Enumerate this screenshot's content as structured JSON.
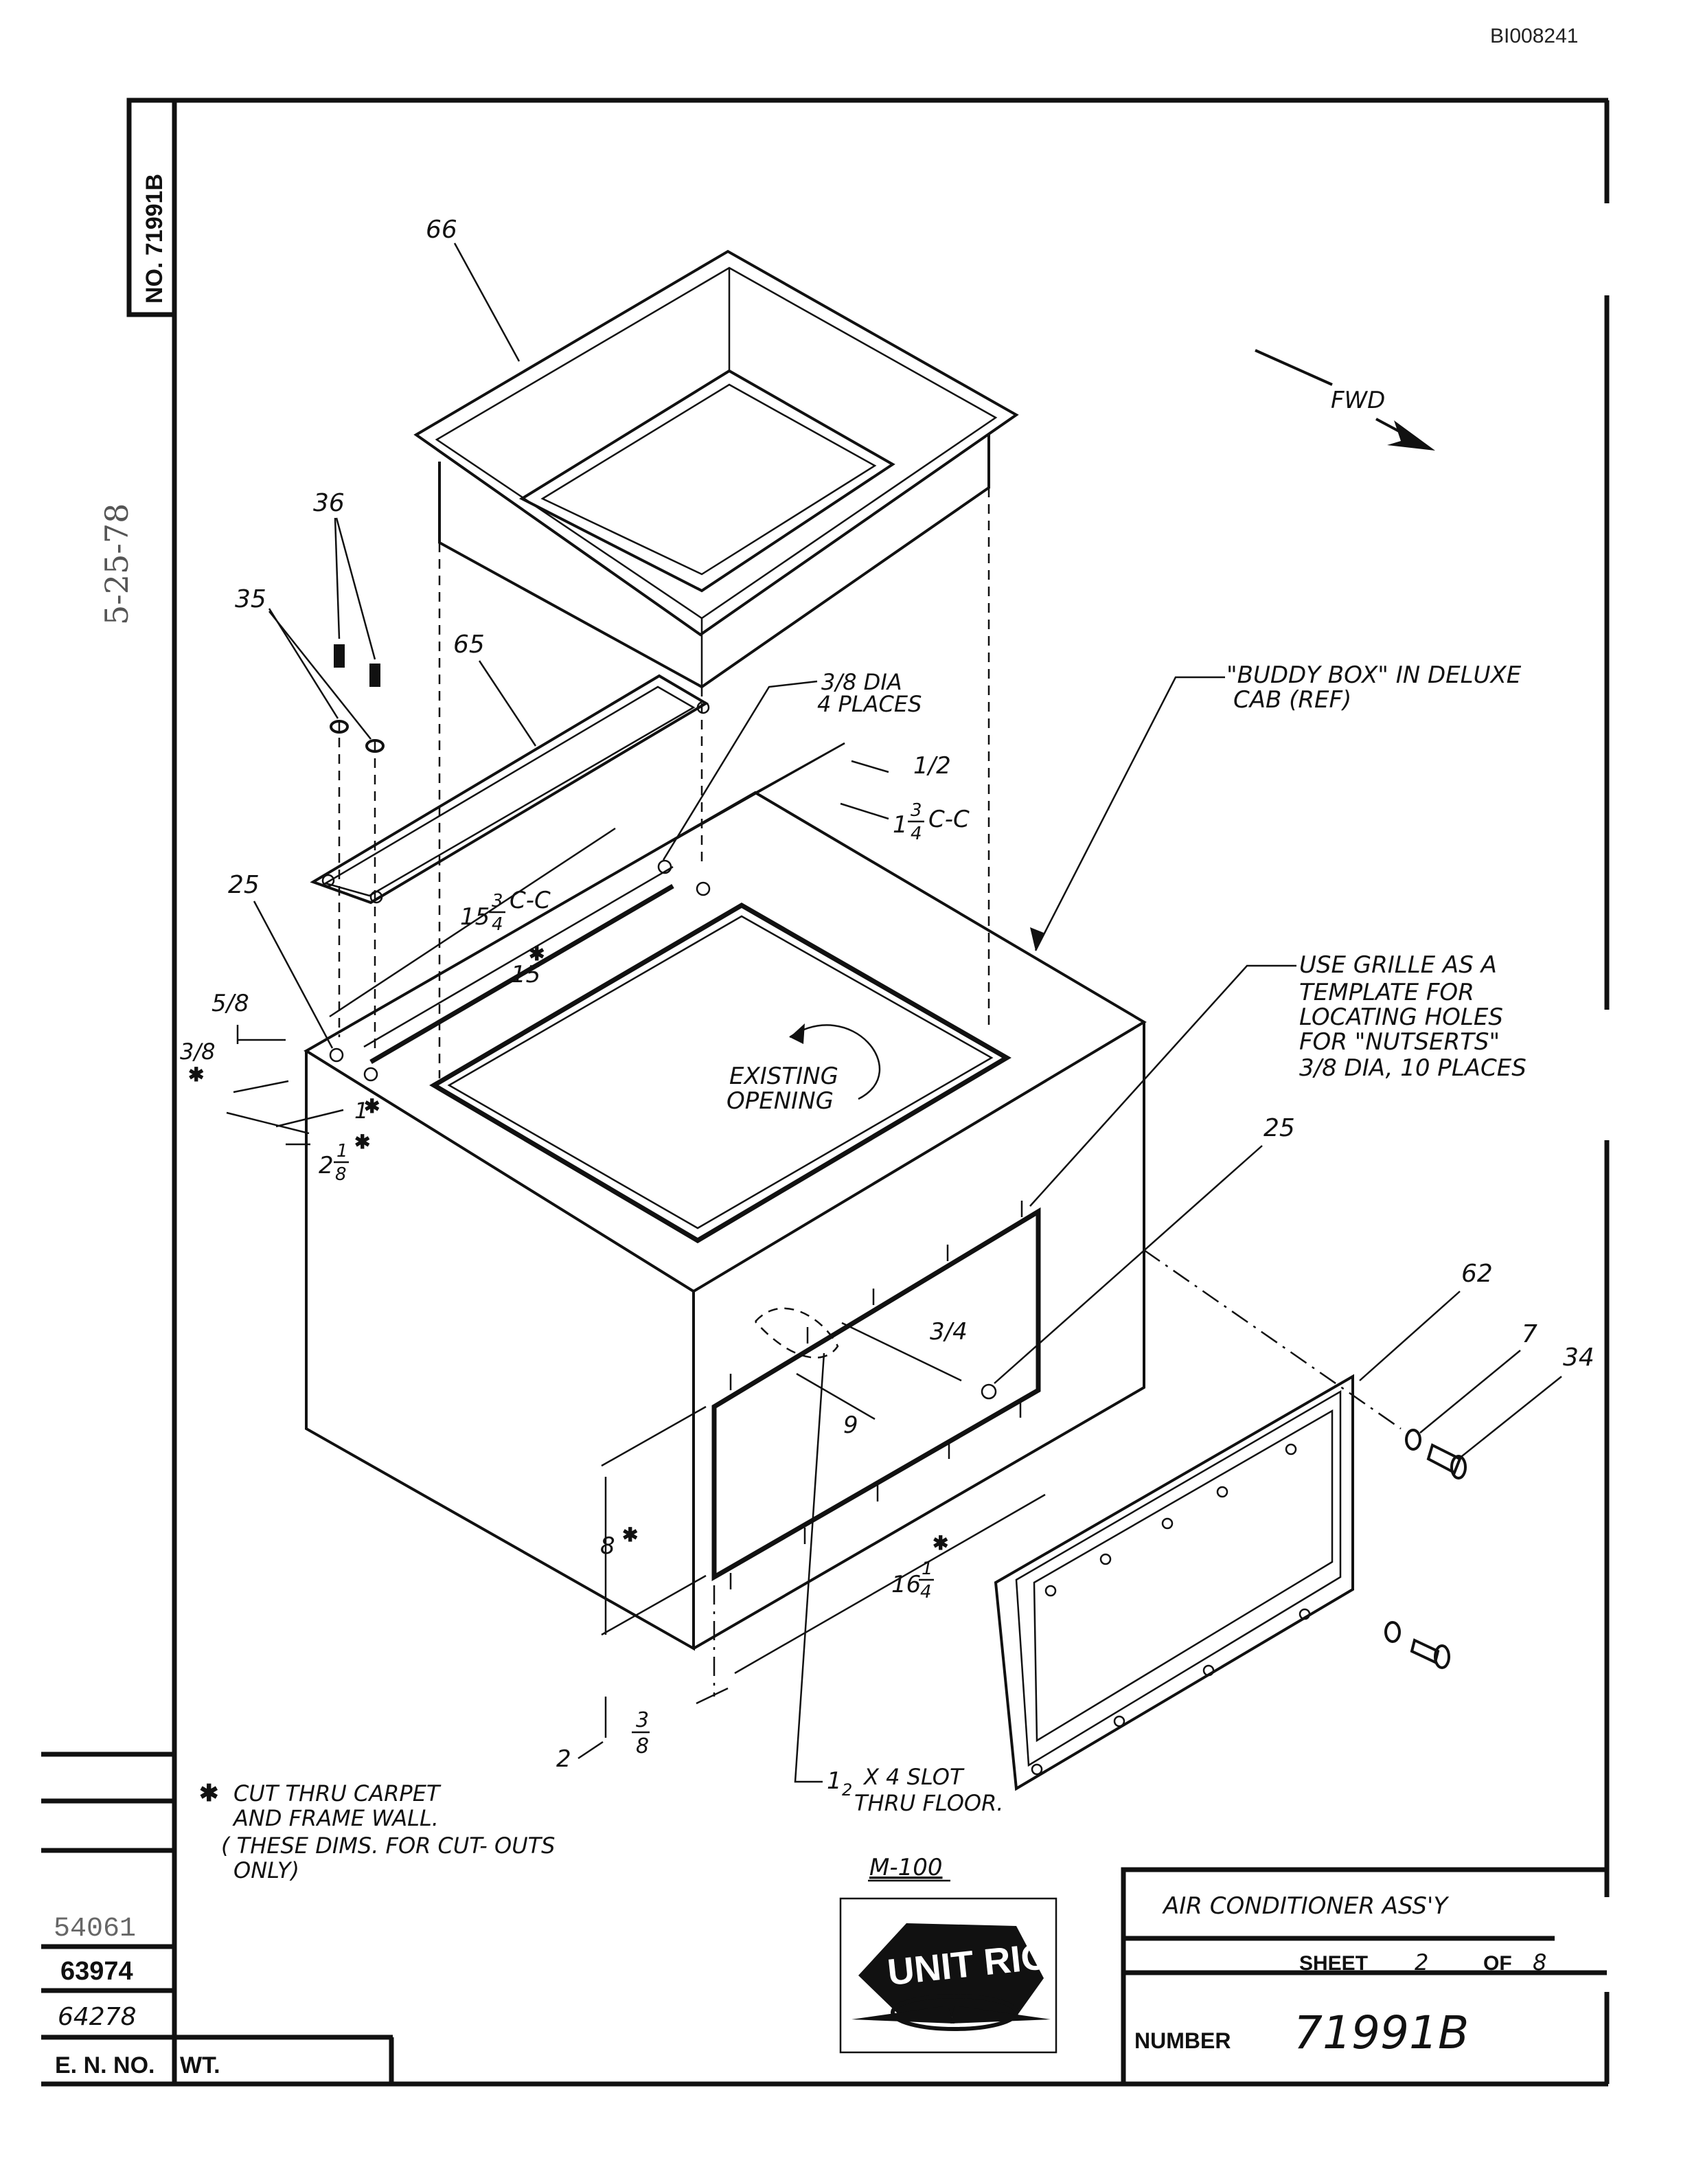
{
  "doc_id": "BI008241",
  "drawing_number_tab": "NO. 71991B",
  "handwritten_margin": "5-25-78",
  "parts": {
    "p66": "66",
    "p36": "36",
    "p35": "35",
    "p65": "65",
    "p25a": "25",
    "p25b": "25",
    "p62": "62",
    "p7": "7",
    "p34": "34"
  },
  "notes": {
    "fwd": "FWD",
    "dia_line1": "3/8 DIA",
    "dia_line2": "4 PLACES",
    "buddy_line1": "\"BUDDY BOX\" IN DELUXE",
    "buddy_line2": "CAB (REF)",
    "grille_line1": "USE GRILLE AS A",
    "grille_line2": "TEMPLATE FOR",
    "grille_line3": "LOCATING HOLES",
    "grille_line4": "FOR \"NUTSERTS\"",
    "grille_line5": "3/8 DIA, 10 PLACES",
    "existing_line1": "EXISTING",
    "existing_line2": "OPENING",
    "slot_prefix": "1",
    "slot_frac": "2",
    "slot_line1": "X 4 SLOT",
    "slot_line2": "THRU FLOOR.",
    "cut_star": "✱",
    "cut_line1": "CUT THRU CARPET",
    "cut_line2": "AND FRAME WALL.",
    "cut_line3": "( THESE DIMS. FOR CUT- OUTS",
    "cut_line4": "ONLY)"
  },
  "dims": {
    "half": "1/2",
    "cc_whole": "1",
    "cc_num": "3",
    "cc_den": "4",
    "cc_suffix": "C-C",
    "w15_whole": "15",
    "w15_num": "3",
    "w15_den": "4",
    "w15_suffix": "C-C",
    "w15": "15",
    "five_eighths": "5/8",
    "three_eighths": "3/8",
    "one": "1",
    "two_whole": "2",
    "two_num": "1",
    "two_den": "8",
    "three_quarters": "3/4",
    "nine": "9",
    "eight": "8",
    "w16_whole": "16",
    "w16_num": "1",
    "w16_den": "4",
    "bottom_two": "2",
    "bottom_num": "3",
    "bottom_den": "8",
    "star": "✱"
  },
  "title_block": {
    "model": "M-100",
    "logo_text": "UNIT RIG",
    "title": "AIR   CONDITIONER   ASS'Y",
    "sheet_label": "SHEET",
    "sheet_num": "2",
    "of_label": "OF",
    "sheet_total": "8",
    "number_label": "NUMBER",
    "number_value": "71991B"
  },
  "revision_block": {
    "entries": [
      "54061",
      "63974",
      "64278"
    ],
    "en_label": "E. N. NO.",
    "wt_label": "WT."
  }
}
